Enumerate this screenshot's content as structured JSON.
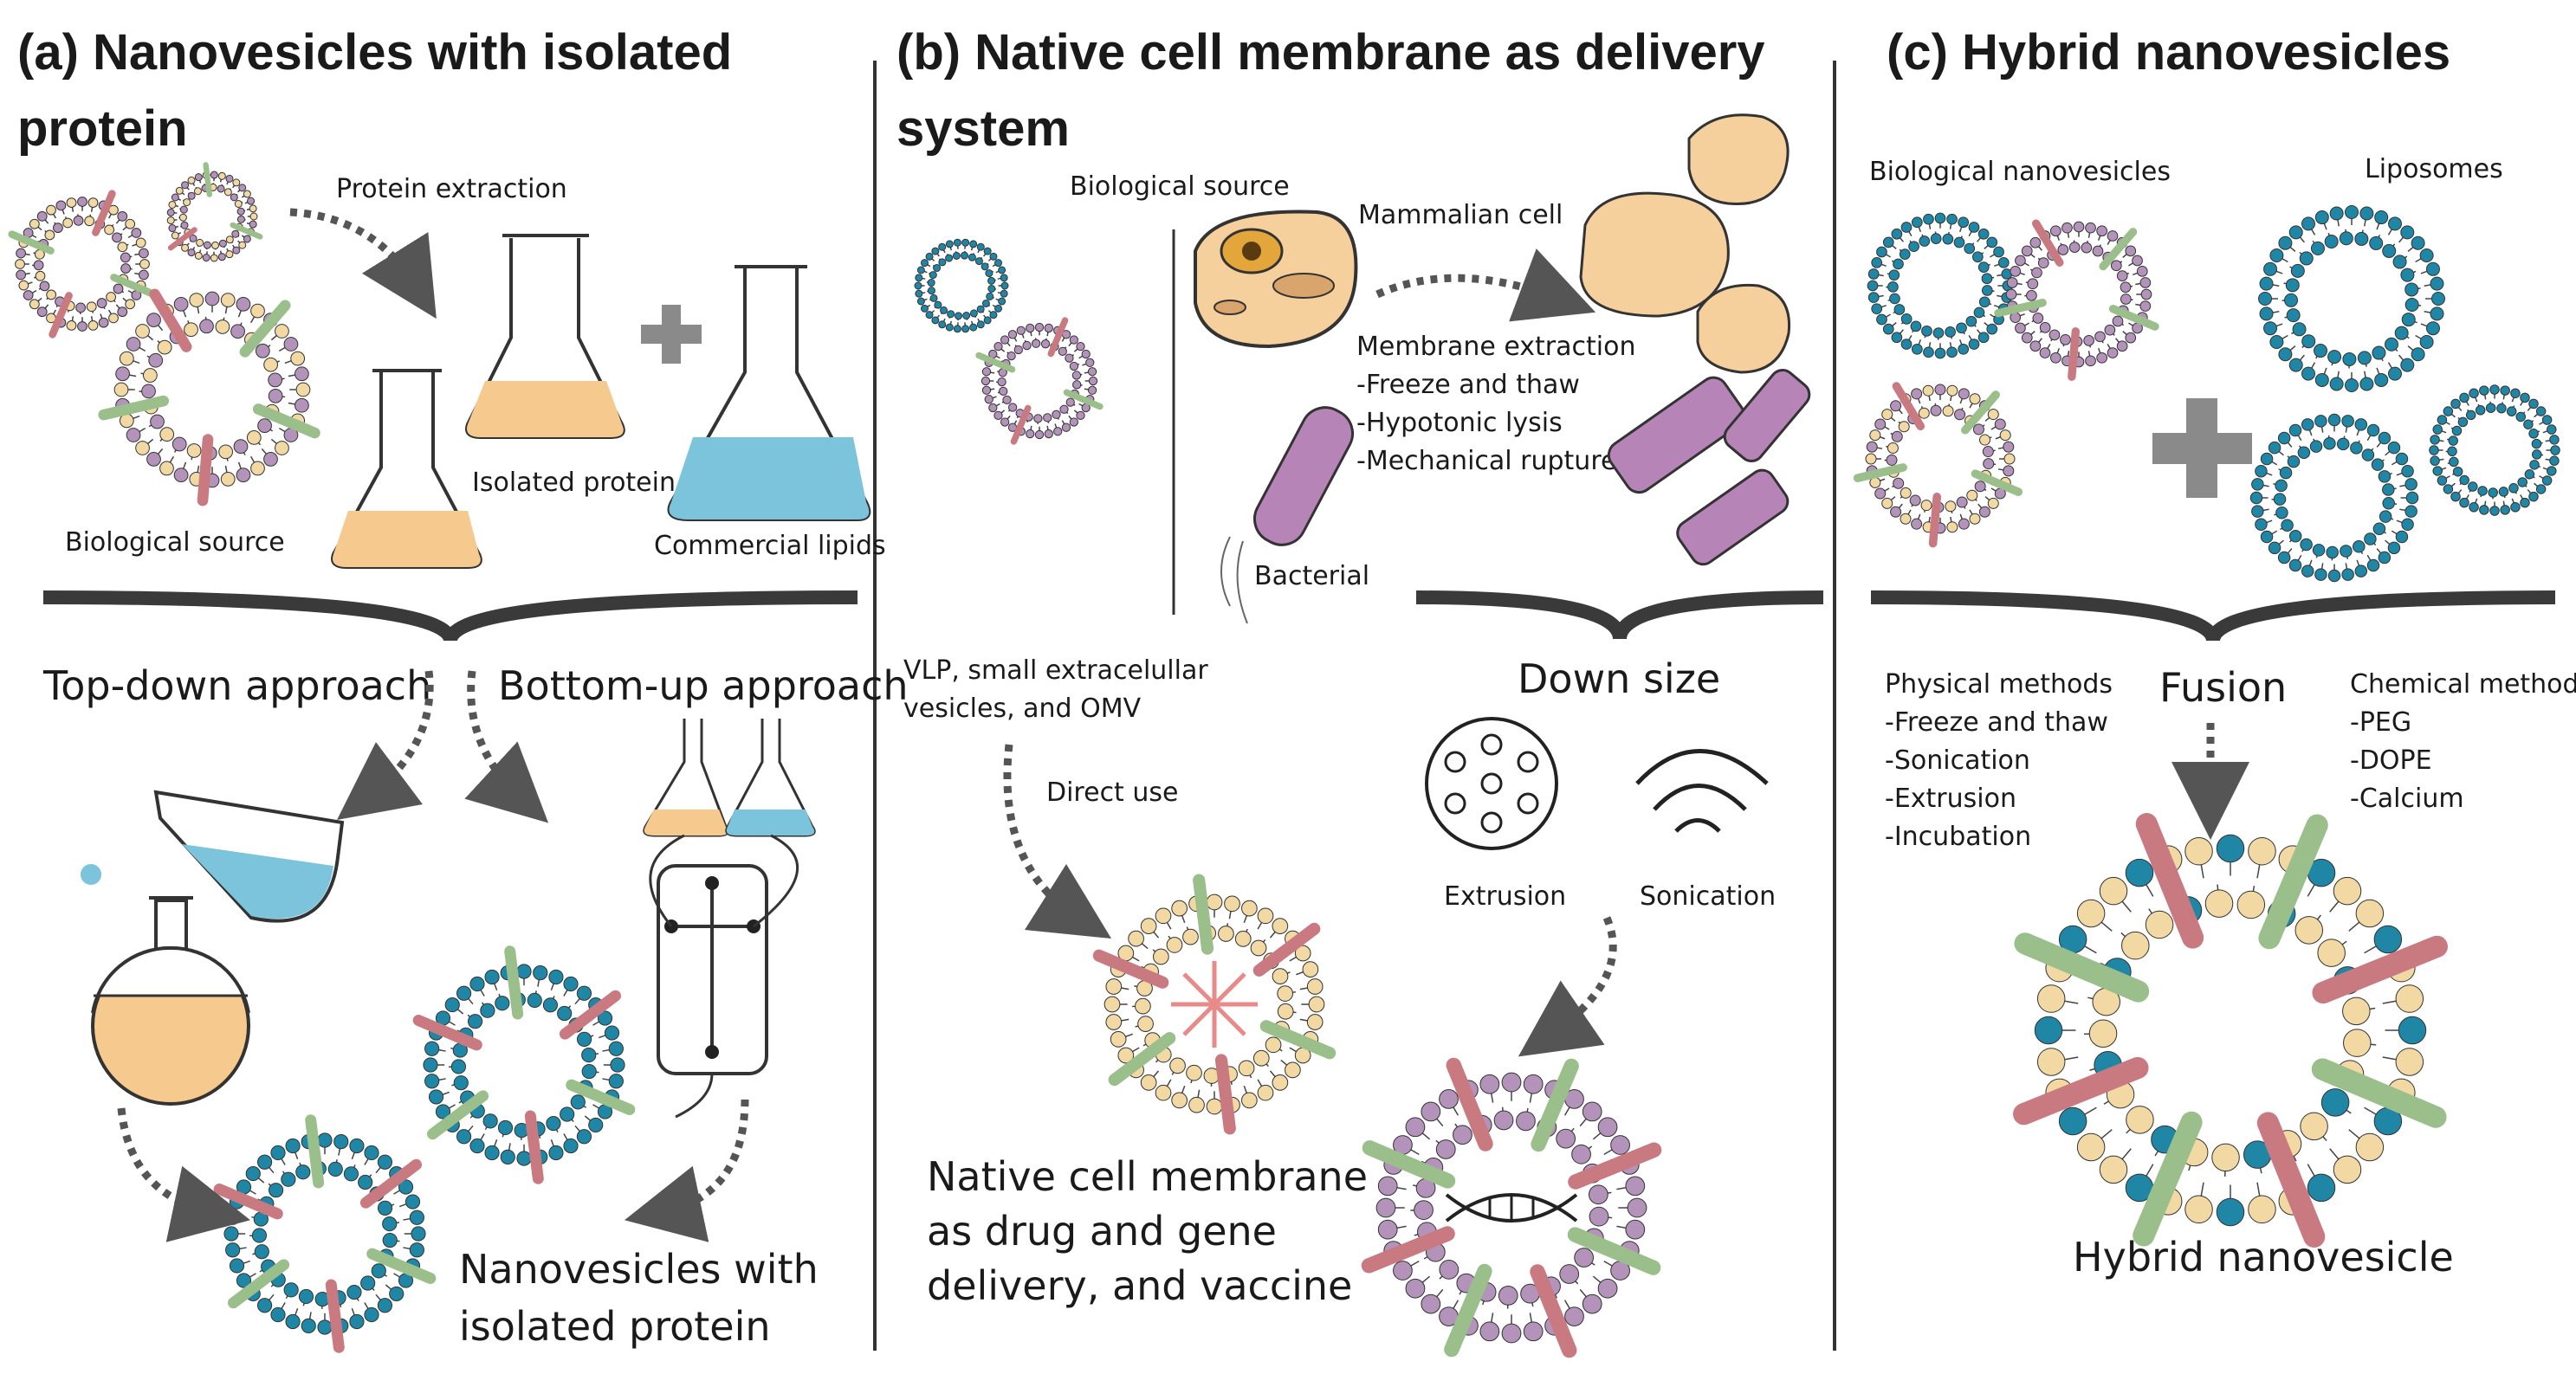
{
  "panel_a": {
    "title_line1": "(a) Nanovesicles with isolated",
    "title_line2": "protein",
    "protein_extraction": "Protein extraction",
    "biological_source": "Biological source",
    "isolated_protein": "Isolated protein",
    "commercial_lipids": "Commercial lipids",
    "top_down": "Top-down approach",
    "bottom_up": "Bottom-up approach",
    "result_line1": "Nanovesicles with",
    "result_line2": "isolated protein"
  },
  "panel_b": {
    "title_line1": "(b) Native cell membrane as delivery",
    "title_line2": "system",
    "biological_source": "Biological source",
    "mammalian_cell": "Mammalian cell",
    "membrane_extraction": "Membrane extraction",
    "methods": [
      "-Freeze and thaw",
      "-Hypotonic lysis",
      "-Mechanical rupture"
    ],
    "bacterial": "Bacterial",
    "vlp_line1": "VLP, small extracelullar",
    "vlp_line2": "vesicles, and OMV",
    "direct_use": "Direct use",
    "down_size": "Down size",
    "extrusion": "Extrusion",
    "sonication": "Sonication",
    "result_lines": [
      "Native cell membrane",
      "as drug and gene",
      "delivery, and vaccine"
    ]
  },
  "panel_c": {
    "title": "(c) Hybrid nanovesicles",
    "biological_nanovesicles": "Biological nanovesicles",
    "liposomes": "Liposomes",
    "physical_methods": [
      "Physical methods",
      "-Freeze and thaw",
      "-Sonication",
      "-Extrusion",
      "-Incubation"
    ],
    "fusion": "Fusion",
    "chemical_methods": [
      "Chemical methods",
      "-PEG",
      "-DOPE",
      "-Calcium"
    ],
    "result": "Hybrid nanovesicle"
  },
  "colors": {
    "lipid_teal": "#1f87a5",
    "lipid_yellow": "#f2d9a4",
    "lipid_purple": "#b493bb",
    "protein_green": "#9bbf8a",
    "protein_red": "#c97a80",
    "flask_fill_orange": "#f6c98f",
    "flask_fill_blue": "#7cc4dc",
    "cell_fill": "#f5cf9c",
    "bacteria_fill": "#b684b6",
    "arrow_gray": "#555555",
    "plus_gray": "#8a8a8a",
    "divider": "#333333"
  },
  "icons": [
    "vesicle-icon",
    "flask-icon",
    "plus-icon",
    "brace-icon",
    "cell-icon",
    "bacteria-icon",
    "extrusion-icon",
    "sonication-icon",
    "dna-icon",
    "microfluidic-icon"
  ]
}
